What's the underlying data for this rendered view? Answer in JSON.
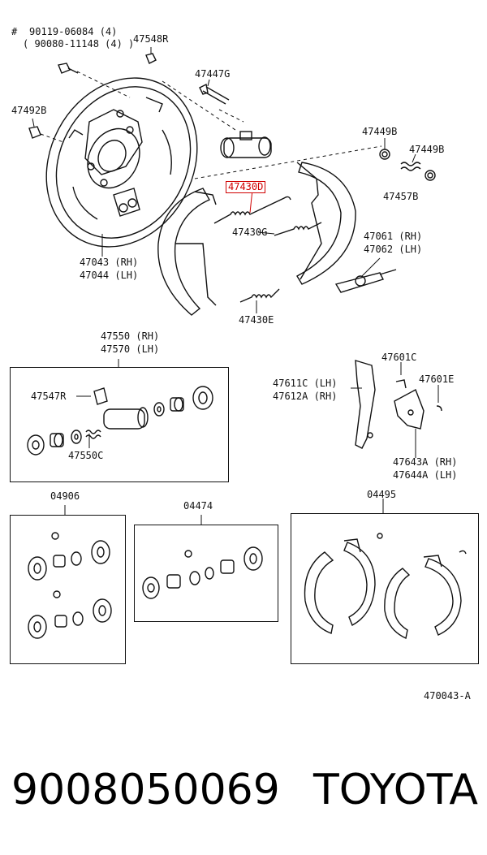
{
  "labels": {
    "hash": "#",
    "bolt_a": "90119-06084 (4)",
    "bolt_b": "( 90080-11148 (4) )",
    "p47548R": "47548R",
    "p47447G": "47447G",
    "p47492B": "47492B",
    "p47449B_a": "47449B",
    "p47449B_b": "47449B",
    "p47457B": "47457B",
    "p47430D": "47430D",
    "p47430G": "47430G",
    "p47061": "47061 (RH)",
    "p47062": "47062 (LH)",
    "p47043": "47043 (RH)",
    "p47044": "47044 (LH)",
    "p47430E": "47430E",
    "p47550": "47550 (RH)",
    "p47570": "47570 (LH)",
    "p47547R": "47547R",
    "p47550C": "47550C",
    "p47611C": "47611C (LH)",
    "p47612A": "47612A (RH)",
    "p47601C": "47601C",
    "p47601E": "47601E",
    "p47643A": "47643A (RH)",
    "p47644A": "47644A (LH)",
    "k04906": "04906",
    "k04474": "04474",
    "k04495": "04495",
    "diagram_code": "470043-A"
  },
  "footer": {
    "part_number": "9008050069",
    "brand": "TOYOTA"
  },
  "colors": {
    "highlight": "#d00000",
    "ink": "#111111"
  }
}
